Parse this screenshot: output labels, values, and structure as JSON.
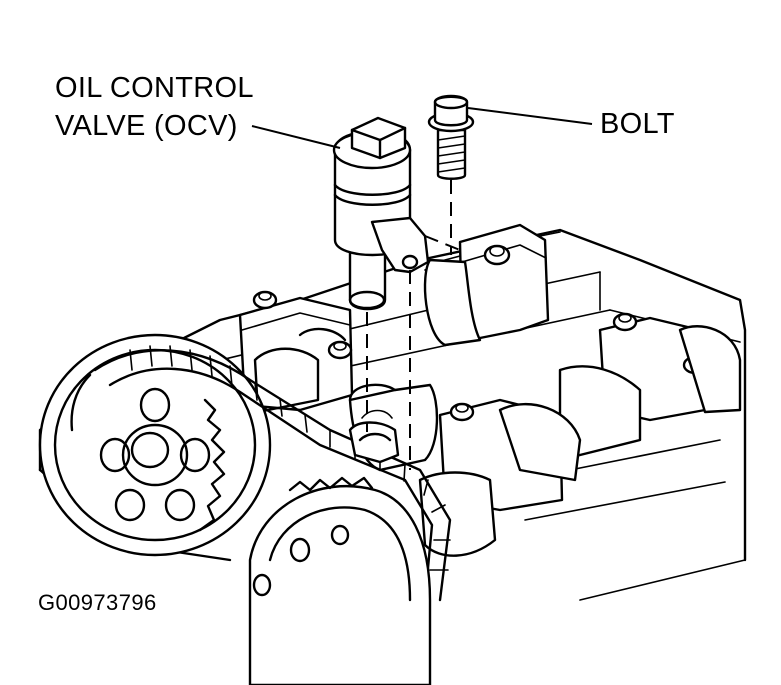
{
  "labels": {
    "ocv_line1": "OIL CONTROL",
    "ocv_line2": "VALVE (OCV)",
    "bolt": "BOLT"
  },
  "figure_id": "G00973796",
  "colors": {
    "ink": "#000000",
    "paper": "#ffffff"
  }
}
